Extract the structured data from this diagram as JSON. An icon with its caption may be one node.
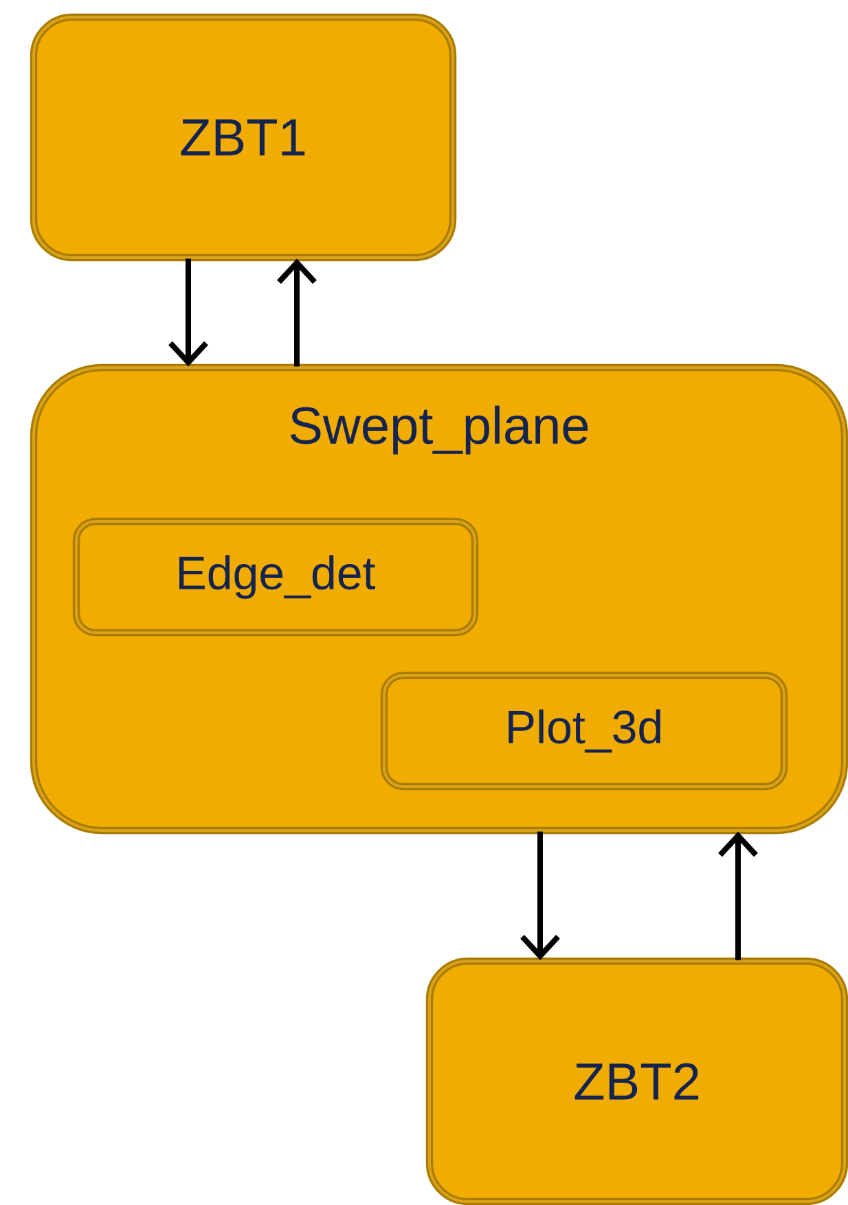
{
  "diagram": {
    "nodes": [
      {
        "text": [
          "ZBT1"
        ]
      },
      {
        "text": [
          "Swept_plane"
        ]
      },
      {
        "text": [
          "Edge_det"
        ],
        "in": 1
      },
      {
        "text": [
          "Plot_3d"
        ],
        "in": 1
      },
      {
        "text": [
          "ZBT2"
        ]
      }
    ],
    "edges": [
      {
        "from": 0,
        "to": 1,
        "arrow": "to"
      },
      {
        "from": 1,
        "to": 0,
        "arrow": "to"
      },
      {
        "from": 1,
        "to": 4,
        "arrow": "to"
      },
      {
        "from": 4,
        "to": 1,
        "arrow": "to"
      }
    ]
  }
}
